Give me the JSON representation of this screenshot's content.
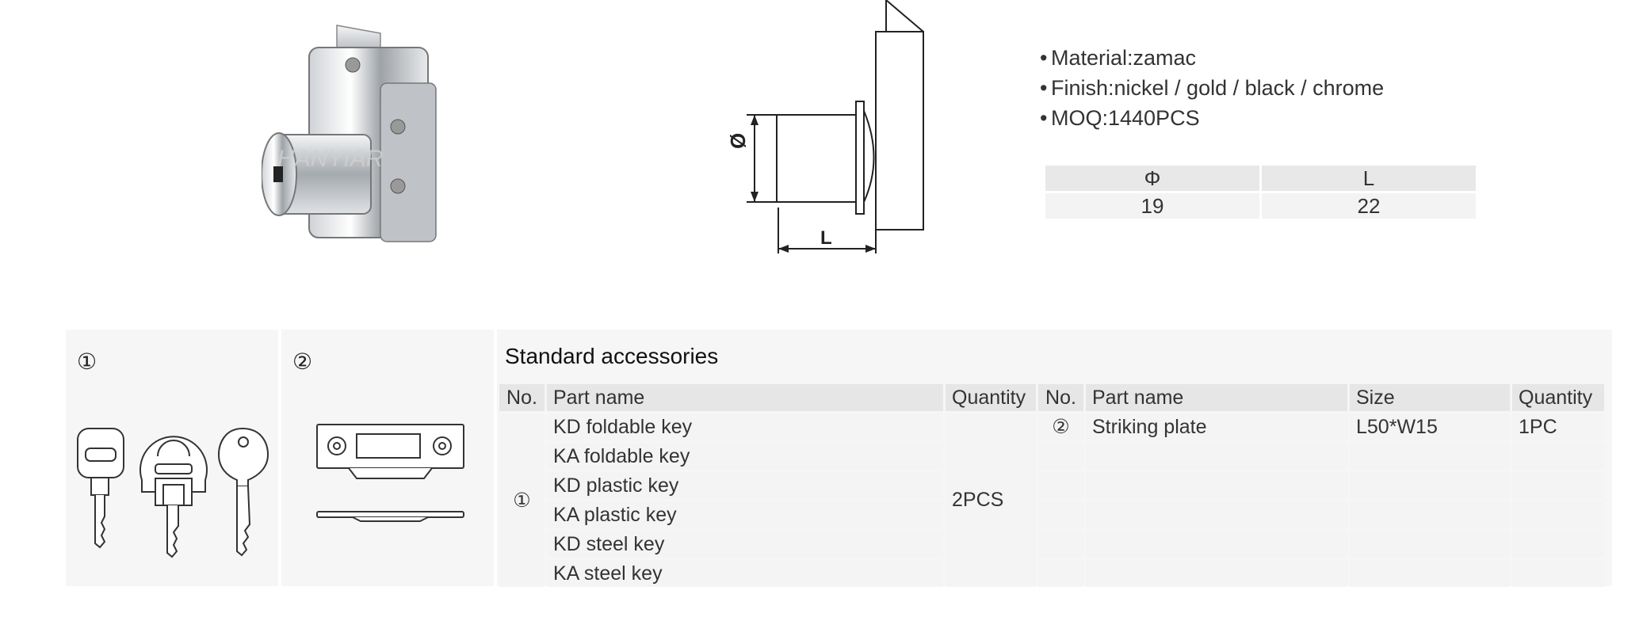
{
  "product": {
    "photo_watermark": "HANYIAR"
  },
  "drawing": {
    "diameter_label": "Ø",
    "length_label": "L"
  },
  "specs": {
    "bullet": "•",
    "material": "Material:zamac",
    "finish": "Finish:nickel / gold / black / chrome",
    "moq": "MOQ:1440PCS"
  },
  "dimensions": {
    "headers": [
      "Φ",
      "L"
    ],
    "values": [
      "19",
      "22"
    ]
  },
  "panels": {
    "keys_label": "①",
    "plate_label": "②"
  },
  "accessories": {
    "title": "Standard accessories",
    "headers": [
      "No.",
      "Part name",
      "Quantity",
      "No.",
      "Part name",
      "Size",
      "Quantity"
    ],
    "group1": {
      "no": "①",
      "quantity": "2PCS",
      "items": [
        "KD foldable key",
        "KA foldable key",
        "KD plastic key",
        "KA plastic key",
        "KD steel key",
        "KA steel key"
      ]
    },
    "group2": {
      "no": "②",
      "part": "Striking plate",
      "size": "L50*W15",
      "quantity": "1PC"
    }
  }
}
